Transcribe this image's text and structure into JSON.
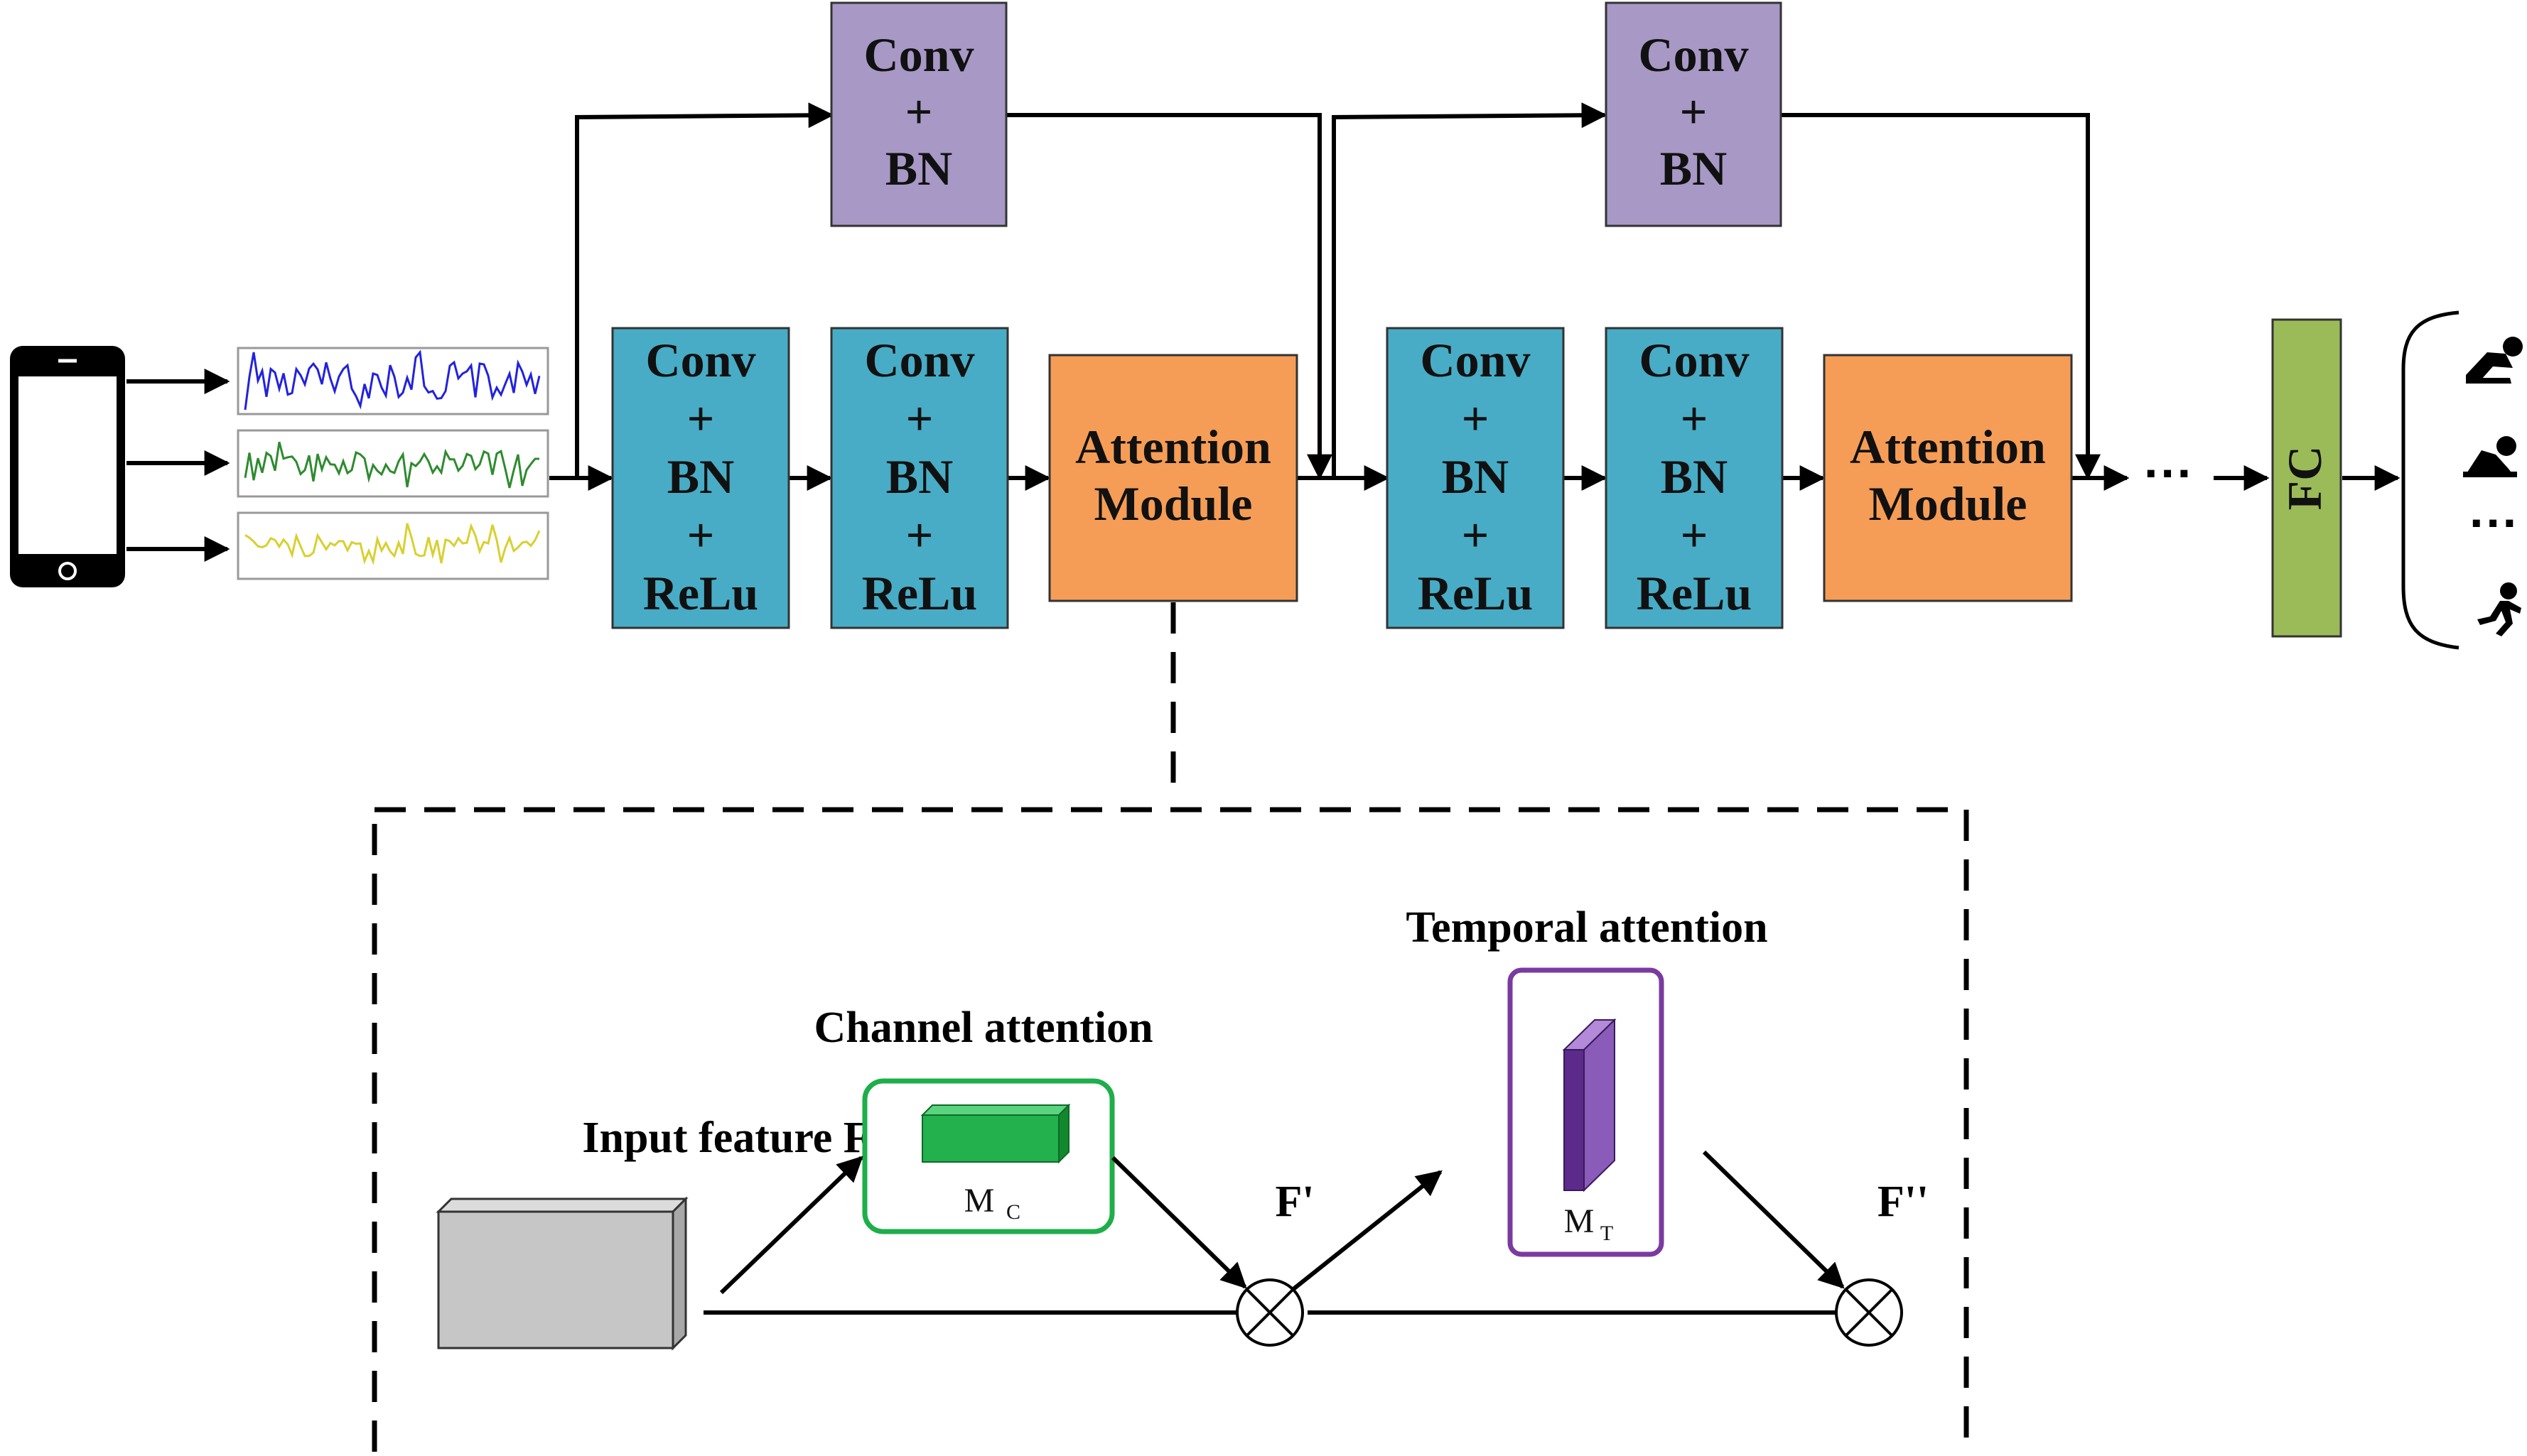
{
  "colors": {
    "conv_bn": "#A898C6",
    "conv_bn_relu": "#48ACC6",
    "attention": "#F59D56",
    "fc": "#9BBB59",
    "channel_border": "#1EAE4A",
    "temporal_border": "#7B3AA0",
    "mc_block": "#22B14C",
    "mt_block": "#5B2A8A",
    "input_block": "#C6C6C6",
    "signal_x": "#2222DD",
    "signal_y": "#2E8B2E",
    "signal_z": "#D8D030"
  },
  "backbone": {
    "skip1": {
      "l1": "Conv",
      "l2": "+",
      "l3": "BN"
    },
    "skip2": {
      "l1": "Conv",
      "l2": "+",
      "l3": "BN"
    },
    "conv1": {
      "l1": "Conv",
      "l2": "+",
      "l3": "BN",
      "l4": "+",
      "l5": "ReLu"
    },
    "conv2": {
      "l1": "Conv",
      "l2": "+",
      "l3": "BN",
      "l4": "+",
      "l5": "ReLu"
    },
    "conv3": {
      "l1": "Conv",
      "l2": "+",
      "l3": "BN",
      "l4": "+",
      "l5": "ReLu"
    },
    "conv4": {
      "l1": "Conv",
      "l2": "+",
      "l3": "BN",
      "l4": "+",
      "l5": "ReLu"
    },
    "att1": {
      "l1": "Attention",
      "l2": "Module"
    },
    "att2": {
      "l1": "Attention",
      "l2": "Module"
    },
    "ellipsis": "···",
    "fc": "FC",
    "output_ellipsis": "···"
  },
  "icons": {
    "phone": "smartphone-icon",
    "outputs": [
      "sitting-person-icon",
      "lying-person-icon",
      "running-person-icon"
    ]
  },
  "detail": {
    "input_feature": "Input feature F",
    "channel_attention": "Channel attention",
    "temporal_attention": "Temporal  attention",
    "mc": {
      "main": "M",
      "sub": "C"
    },
    "mt": {
      "main": "M",
      "sub": "T"
    },
    "f_prime": "F'",
    "f_double_prime": "F''"
  }
}
